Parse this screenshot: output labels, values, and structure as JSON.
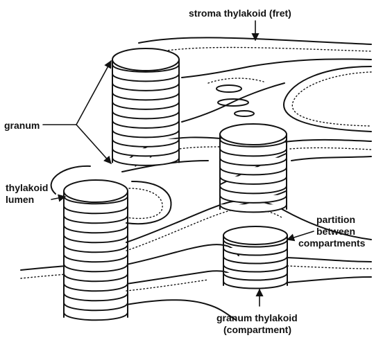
{
  "labels": {
    "stroma_thylakoid": "stroma thylakoid (fret)",
    "granum": "granum",
    "thylakoid_lumen_line1": "thylakoid",
    "thylakoid_lumen_line2": "lumen",
    "partition_line1": "partition",
    "partition_line2": "between",
    "partition_line3": "compartments",
    "granum_thylakoid_line1": "granum thylakoid",
    "granum_thylakoid_line2": "(compartment)"
  },
  "colors": {
    "ink": "#111111",
    "background": "#ffffff"
  }
}
